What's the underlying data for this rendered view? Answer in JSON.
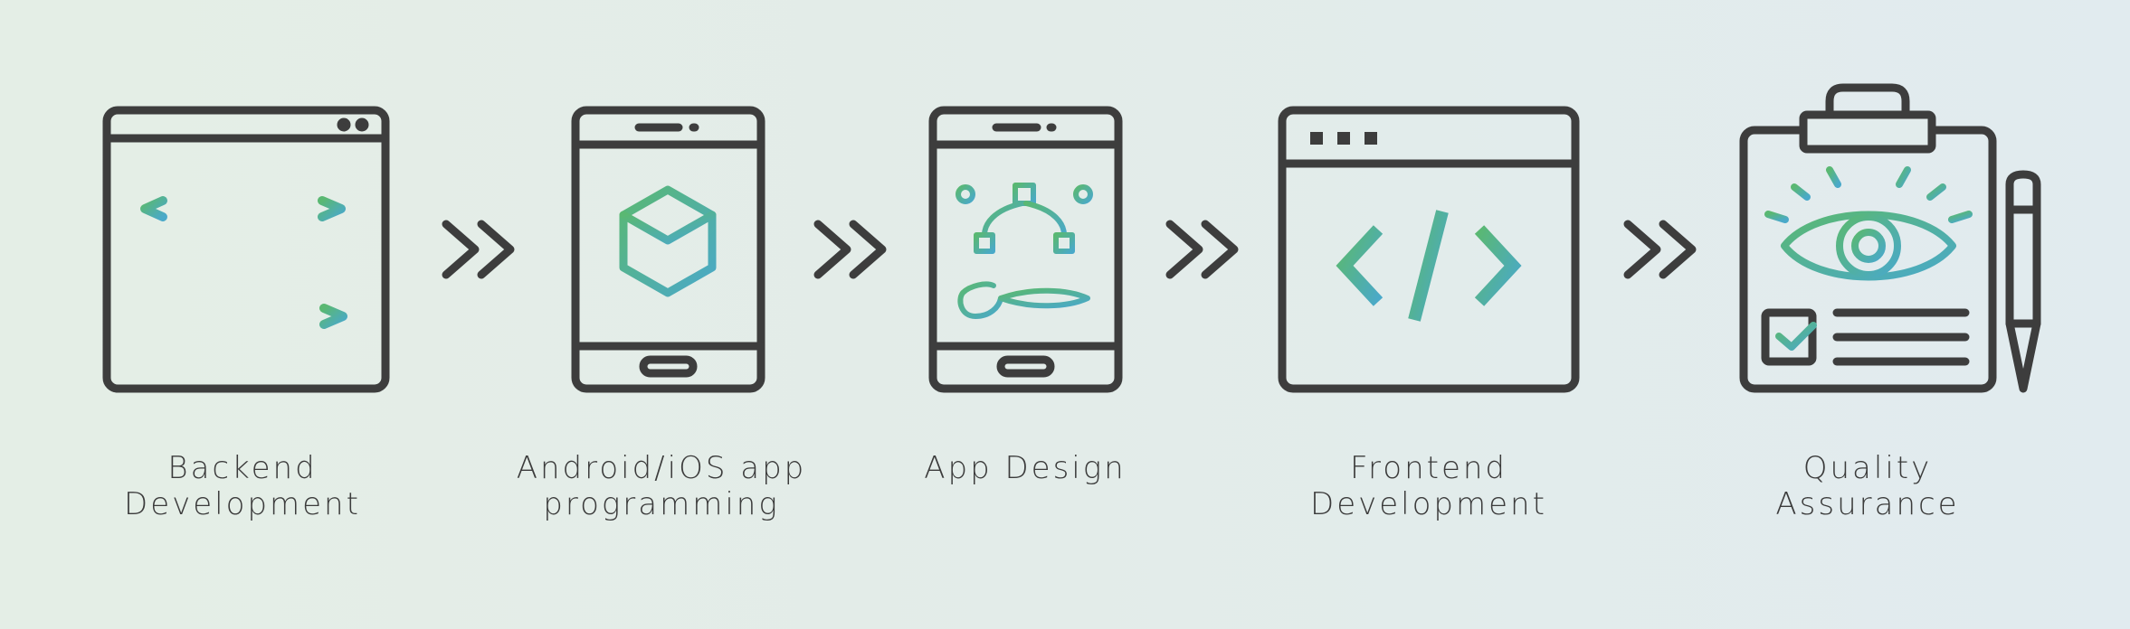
{
  "palette": {
    "outline": "#3d3d3d",
    "gradient_start": "#5ab872",
    "gradient_end": "#4aa9c9",
    "background": "#e3ede9"
  },
  "steps": [
    {
      "label": "Backend\nDevelopment",
      "icon": "browser-code-icon"
    },
    {
      "label": "Android/iOS app\nprogramming",
      "icon": "phone-cube-icon"
    },
    {
      "label": "App Design",
      "icon": "phone-design-icon"
    },
    {
      "label": "Frontend\nDevelopment",
      "icon": "browser-tags-icon"
    },
    {
      "label": "Quality\nAssurance",
      "icon": "clipboard-eye-icon"
    }
  ],
  "connector_icon": "double-chevron-right-icon"
}
